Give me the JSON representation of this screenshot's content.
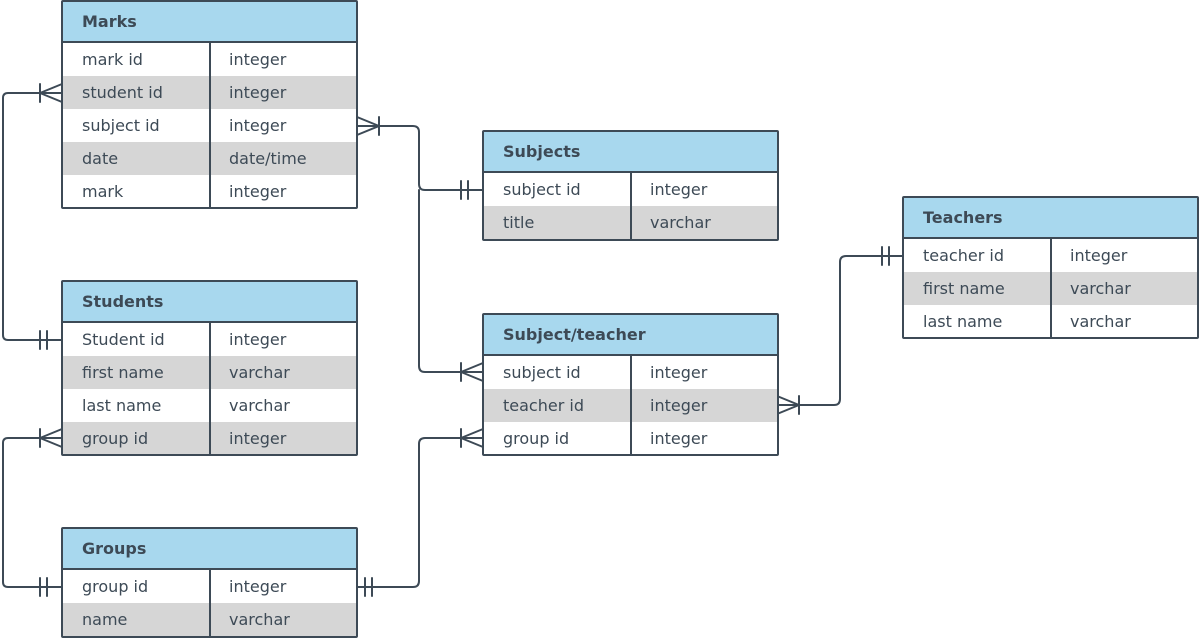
{
  "colors": {
    "header_fill": "#a8d8ee",
    "alt_row_fill": "#d6d6d6",
    "line": "#3d4a56"
  },
  "entities": {
    "marks": {
      "title": "Marks",
      "rows": [
        {
          "name": "mark id",
          "type": "integer"
        },
        {
          "name": "student id",
          "type": "integer"
        },
        {
          "name": "subject id",
          "type": "integer"
        },
        {
          "name": "date",
          "type": "date/time"
        },
        {
          "name": "mark",
          "type": "integer"
        }
      ]
    },
    "students": {
      "title": "Students",
      "rows": [
        {
          "name": "Student id",
          "type": "integer"
        },
        {
          "name": "first name",
          "type": "varchar"
        },
        {
          "name": "last name",
          "type": "varchar"
        },
        {
          "name": "group id",
          "type": "integer"
        }
      ]
    },
    "groups": {
      "title": "Groups",
      "rows": [
        {
          "name": "group id",
          "type": "integer"
        },
        {
          "name": "name",
          "type": "varchar"
        }
      ]
    },
    "subjects": {
      "title": "Subjects",
      "rows": [
        {
          "name": "subject id",
          "type": "integer"
        },
        {
          "name": "title",
          "type": "varchar"
        }
      ]
    },
    "subject_teacher": {
      "title": "Subject/teacher",
      "rows": [
        {
          "name": "subject id",
          "type": "integer"
        },
        {
          "name": "teacher id",
          "type": "integer"
        },
        {
          "name": "group id",
          "type": "integer"
        }
      ]
    },
    "teachers": {
      "title": "Teachers",
      "rows": [
        {
          "name": "teacher id",
          "type": "integer"
        },
        {
          "name": "first name",
          "type": "varchar"
        },
        {
          "name": "last name",
          "type": "varchar"
        }
      ]
    }
  },
  "relationships": [
    {
      "from": "students.Student id",
      "from_cardinality": "one",
      "to": "marks.student id",
      "to_cardinality": "many"
    },
    {
      "from": "subjects.subject id",
      "from_cardinality": "one",
      "to": "marks.subject id",
      "to_cardinality": "many"
    },
    {
      "from": "subjects.subject id",
      "from_cardinality": "one",
      "to": "subject_teacher.subject id",
      "to_cardinality": "many"
    },
    {
      "from": "groups.group id",
      "from_cardinality": "one",
      "to": "students.group id",
      "to_cardinality": "many"
    },
    {
      "from": "groups.group id",
      "from_cardinality": "one",
      "to": "subject_teacher.group id",
      "to_cardinality": "many"
    },
    {
      "from": "teachers.teacher id",
      "from_cardinality": "one",
      "to": "subject_teacher.teacher id",
      "to_cardinality": "many"
    }
  ]
}
